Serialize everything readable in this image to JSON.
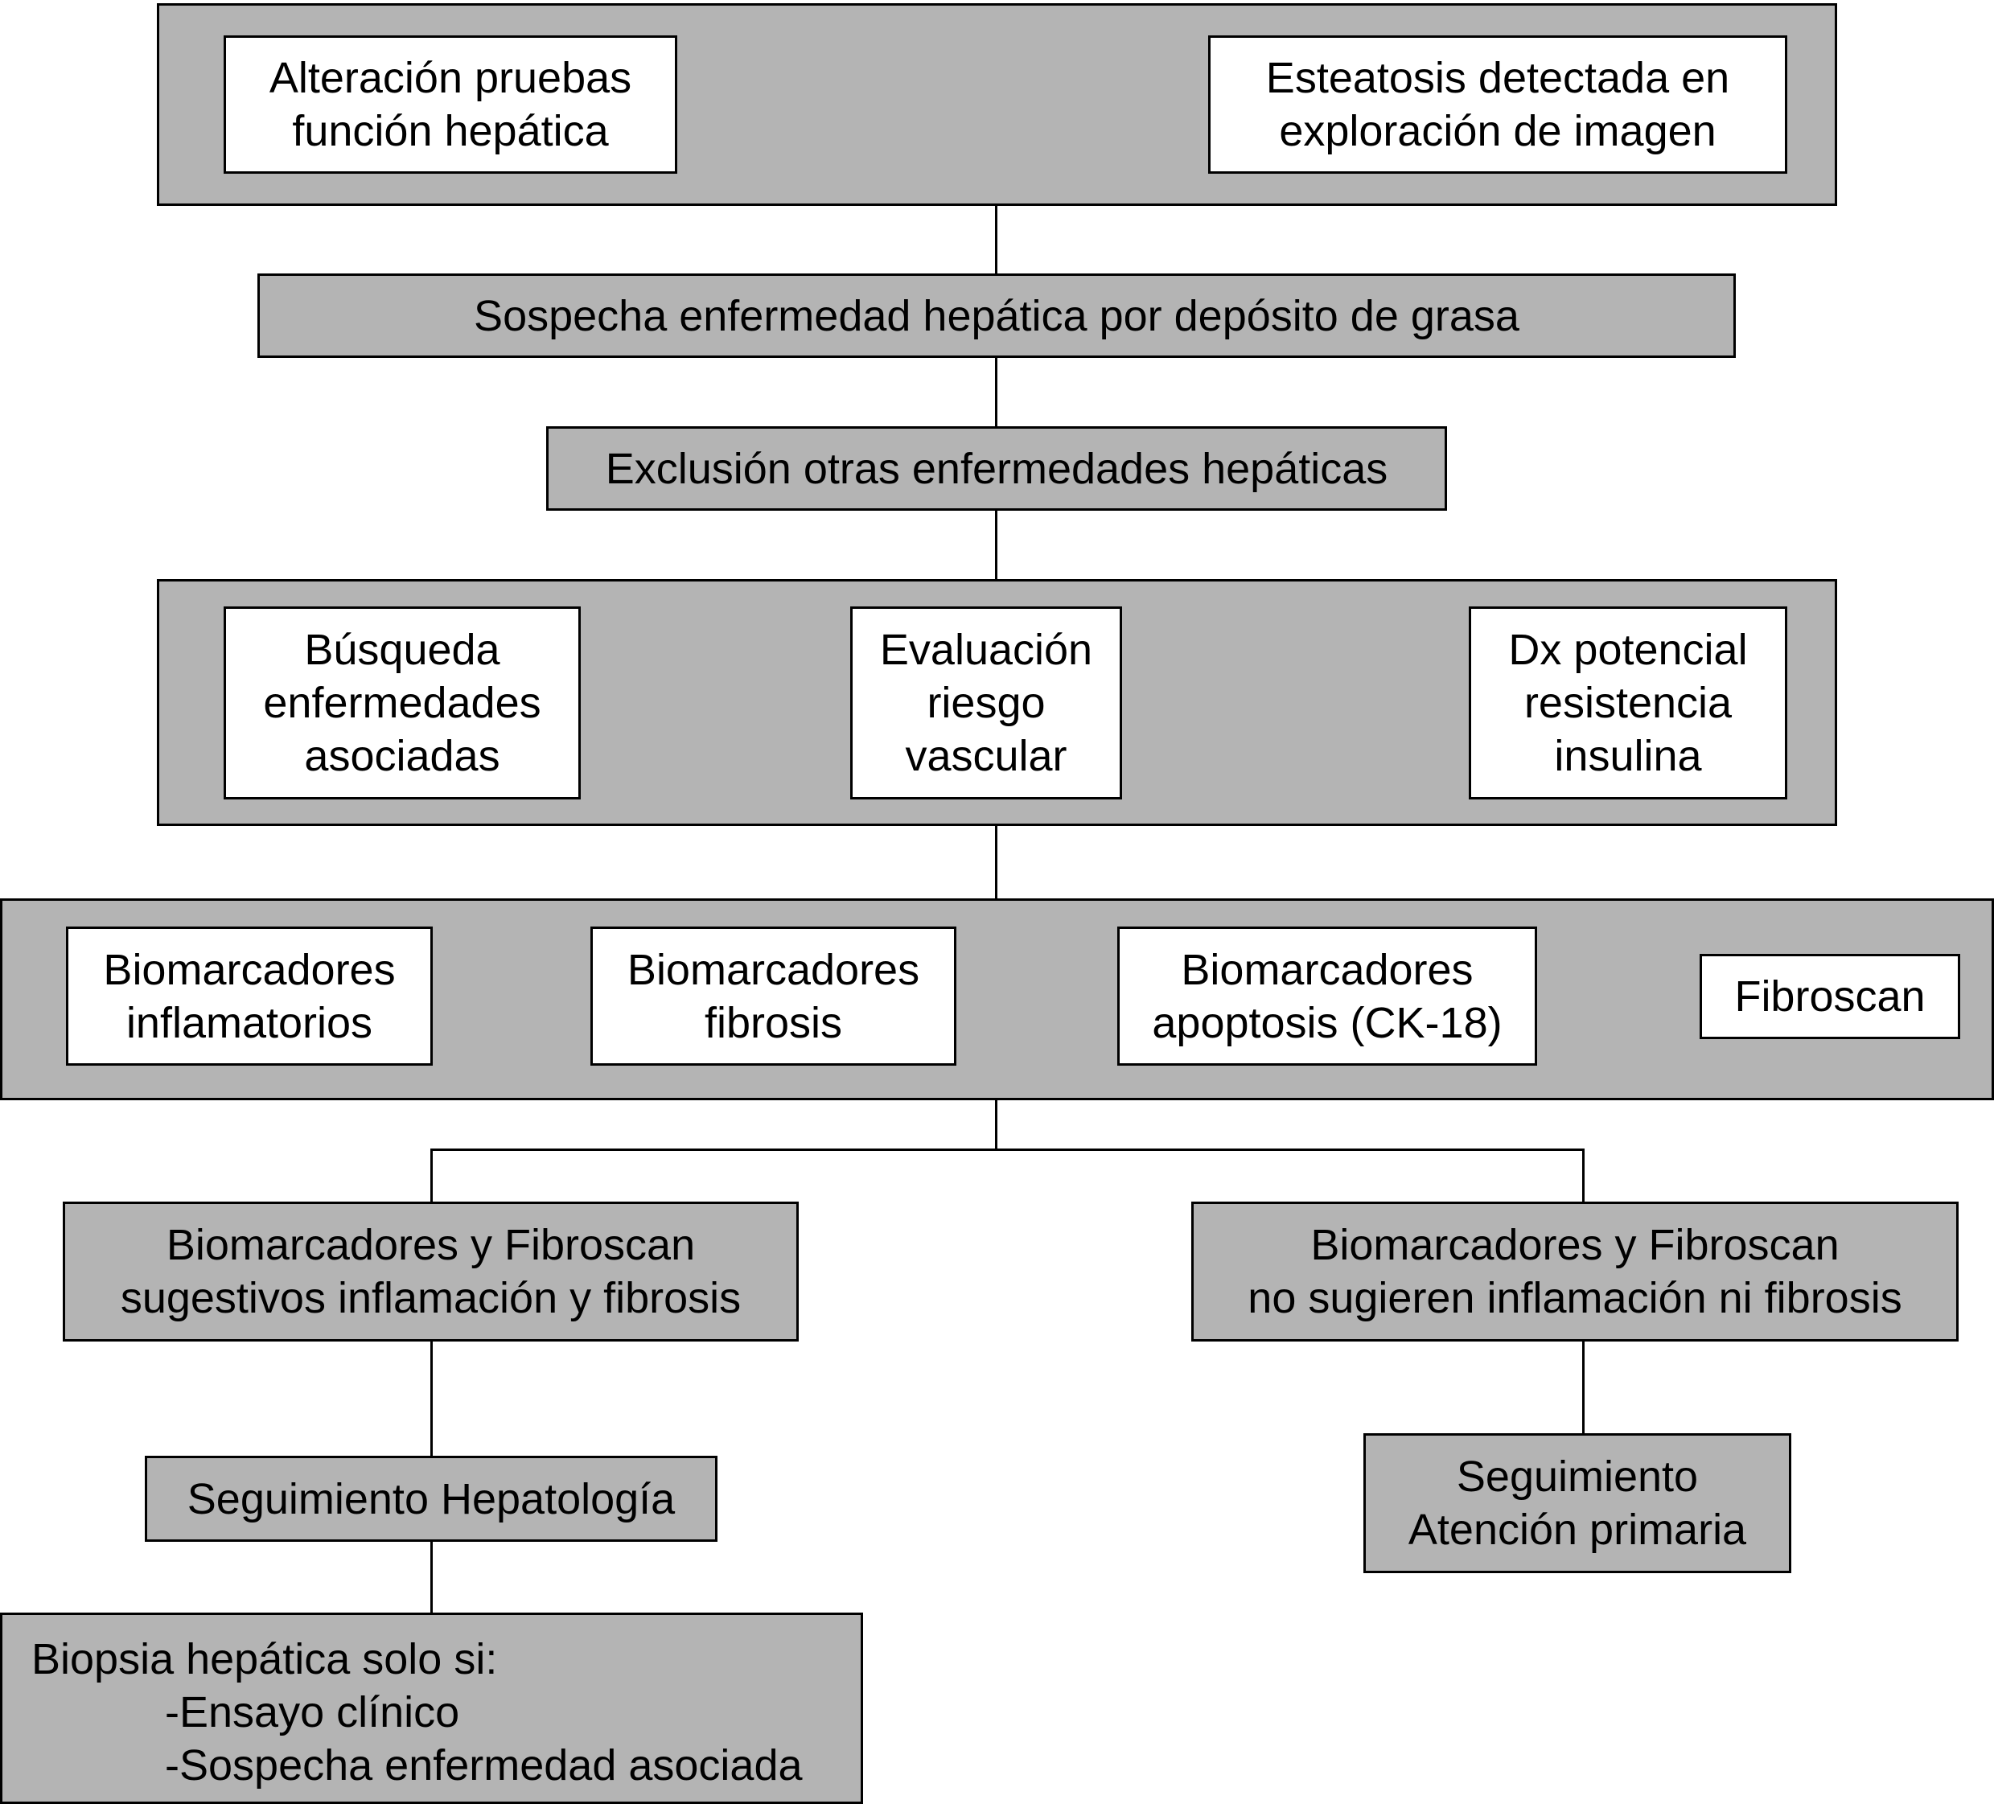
{
  "diagram": {
    "group_top": {
      "alteracion": "Alteración pruebas\nfunción hepática",
      "esteatosis": "Esteatosis detectada en\nexploración de imagen"
    },
    "sospecha": "Sospecha enfermedad hepática por depósito de grasa",
    "exclusion": "Exclusión otras enfermedades hepáticas",
    "group_eval": {
      "busqueda": "Búsqueda\nenfermedades\nasociadas",
      "evaluacion": "Evaluación\nriesgo\nvascular",
      "dx": "Dx potencial\nresistencia\ninsulina"
    },
    "group_bio": {
      "inflamatorios": "Biomarcadores\ninflamatorios",
      "fibrosis": "Biomarcadores\nfibrosis",
      "apoptosis": "Biomarcadores\napoptosis (CK-18)",
      "fibroscan": "Fibroscan"
    },
    "left_branch": {
      "sugestivos": "Biomarcadores y Fibroscan\nsugestivos inflamación y fibrosis",
      "seguimiento": "Seguimiento Hepatología",
      "biopsia_title": "Biopsia hepática solo si:",
      "biopsia_items": [
        "-Ensayo clínico",
        "-Sospecha enfermedad asociada"
      ]
    },
    "right_branch": {
      "no_sugieren": "Biomarcadores y Fibroscan\nno sugieren inflamación ni fibrosis",
      "seguimiento": "Seguimiento\nAtención primaria"
    }
  },
  "colors": {
    "group_fill": "#b4b4b4",
    "box_fill": "#ffffff",
    "stroke": "#000000"
  }
}
